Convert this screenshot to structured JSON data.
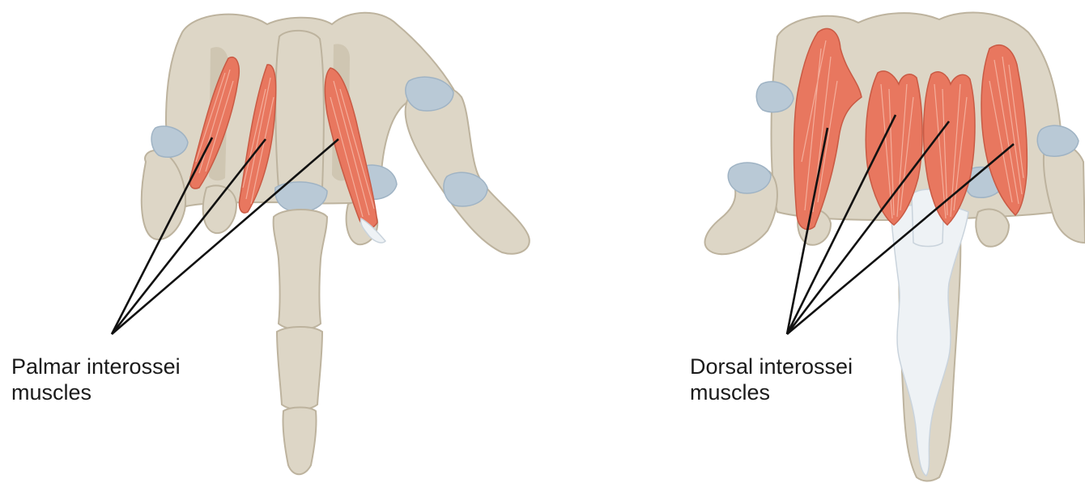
{
  "panels": [
    {
      "view": "palmar",
      "label_lines": [
        "Palmar interossei",
        "muscles"
      ],
      "muscle_count": 3,
      "colors": {
        "bone": "#ddd6c6",
        "muscle": "#e8775f",
        "cartilage": "#b9c9d6",
        "leader": "#111111"
      }
    },
    {
      "view": "dorsal",
      "label_lines": [
        "Dorsal interossei",
        "muscles"
      ],
      "muscle_count": 4,
      "colors": {
        "bone": "#ddd6c6",
        "muscle": "#e8775f",
        "tendon": "#eef2f5",
        "leader": "#111111"
      }
    }
  ]
}
